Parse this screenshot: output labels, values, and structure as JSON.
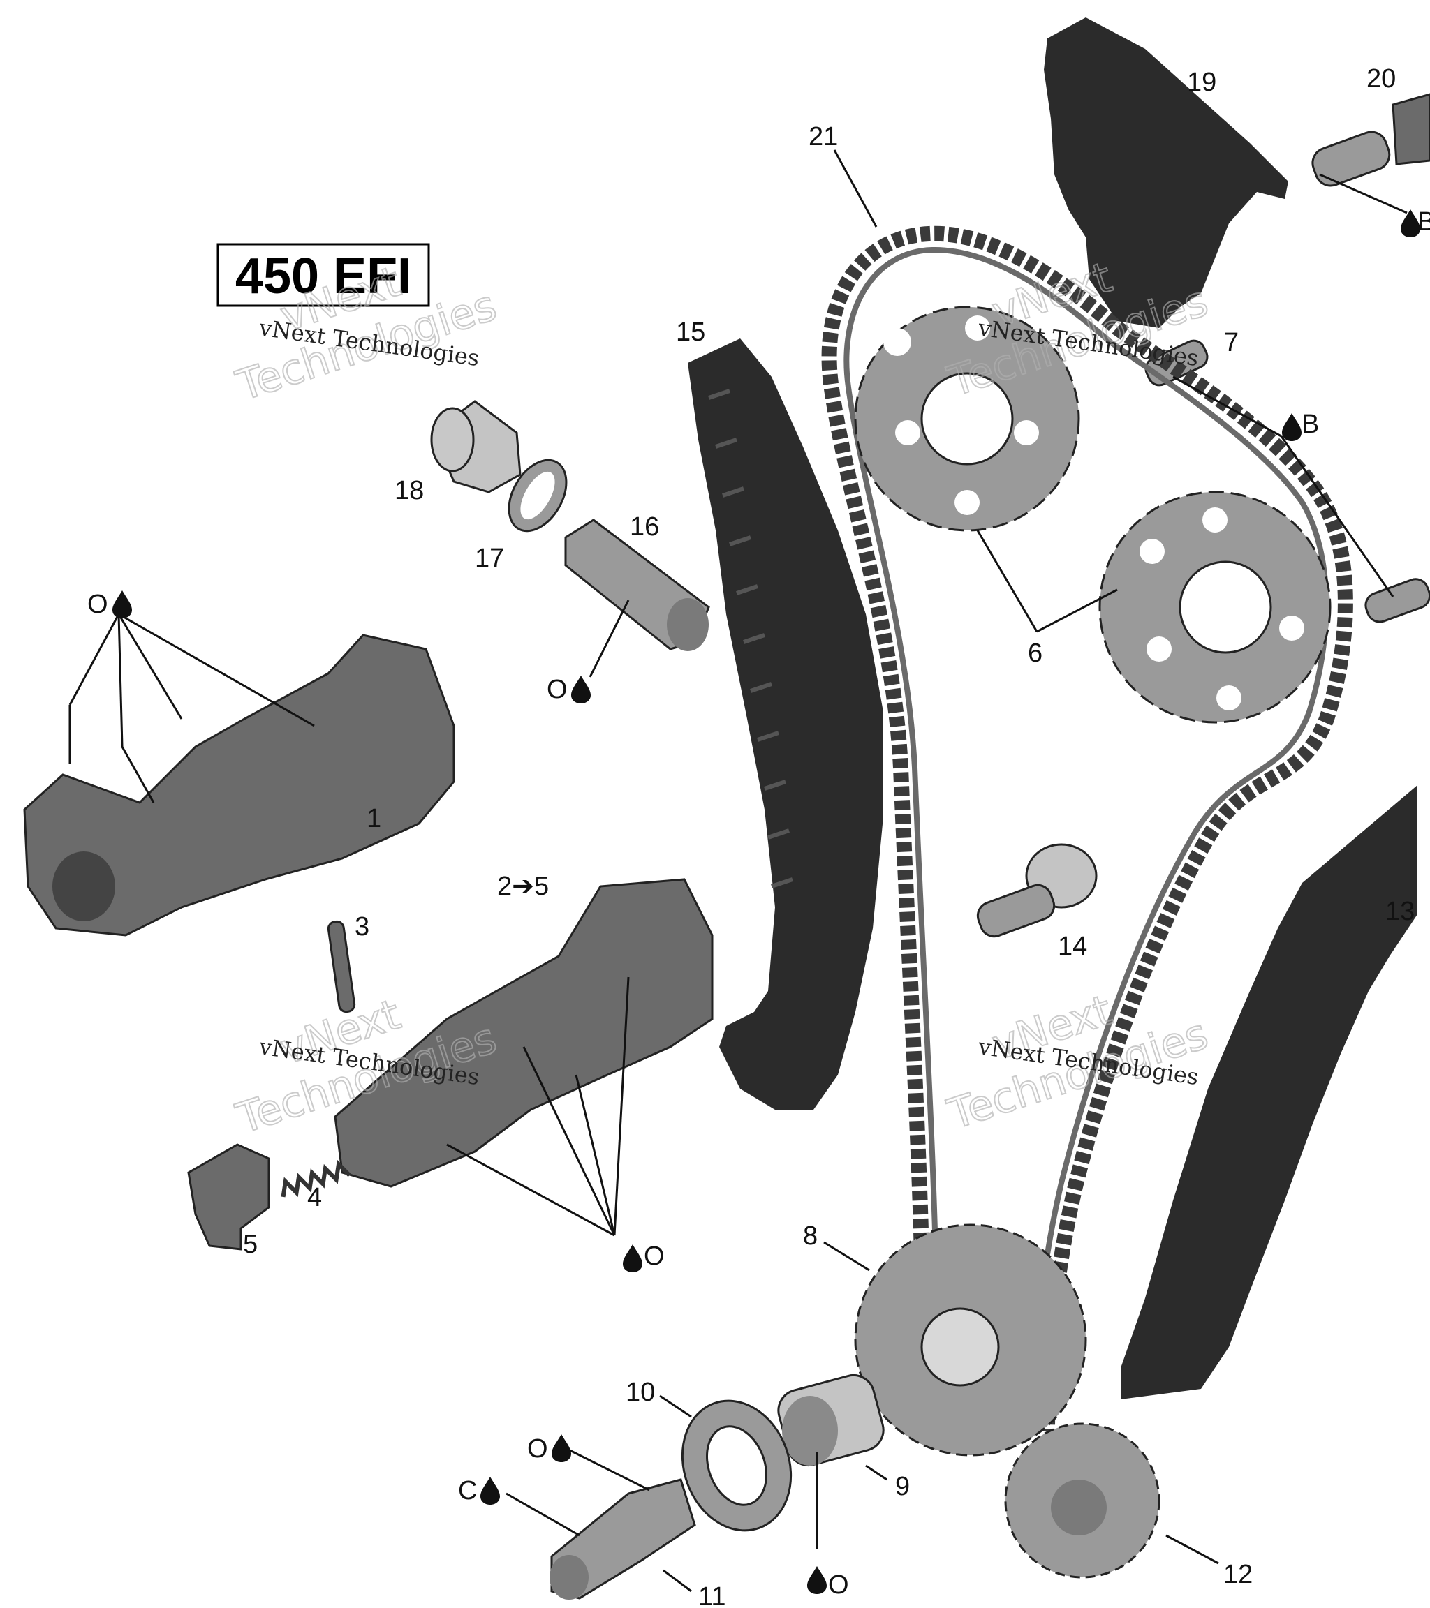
{
  "title": "450 EFI",
  "watermark": {
    "big_line1": "vNext",
    "big_line2": "Technologies",
    "small": "vNext Technologies"
  },
  "callouts": {
    "c1": "1",
    "c2_5": "2➔5",
    "c3": "3",
    "c4": "4",
    "c5": "5",
    "c6": "6",
    "c7": "7",
    "c8": "8",
    "c9": "9",
    "c10": "10",
    "c11": "11",
    "c12": "12",
    "c13": "13",
    "c14": "14",
    "c15": "15",
    "c16": "16",
    "c17": "17",
    "c18": "18",
    "c19": "19",
    "c20": "20",
    "c21": "21"
  },
  "lube_codes": {
    "o_letter": "O",
    "b_letter": "B",
    "c_letter": "C"
  },
  "colors": {
    "dark_part": "#2b2b2b",
    "metal_part": "#9a9a9a",
    "chain": "#3a3a3a"
  }
}
